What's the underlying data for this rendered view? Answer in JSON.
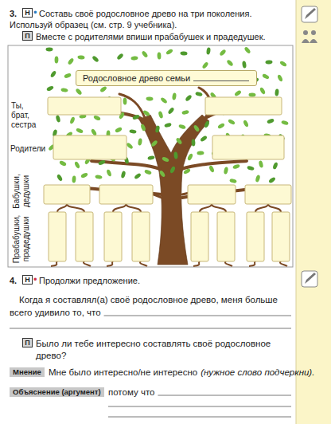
{
  "diagram": {
    "nodes": [
      {
        "text": [
          "Н"
        ]
      },
      {
        "text": [
          "П"
        ]
      },
      {
        "text": [
          "Родословное древо семьи"
        ]
      },
      {
        "text": [
          "Н"
        ]
      },
      {
        "text": [
          "П"
        ]
      },
      {
        "text": [
          "Мнение"
        ]
      },
      {
        "text": [
          "Объяснение (аргумент)"
        ]
      }
    ],
    "labels": [
      "3.",
      "•",
      "Составь своё родословное древо на три поколения. Используй образец (см. стр. 9 учебника).",
      "Вместе с родителями впиши прабабушек и прадедушек.",
      "Ты, брат, сестра",
      "Родители",
      "Бабушки, дедушки",
      "Прабабушки, прадедушки",
      "4.",
      "•",
      "Продолжи предложение.",
      "Когда я составлял(а) своё родословное древо, меня больше всего удивило то, что",
      "Было ли тебе интересно составлять своё родословное древо?",
      "Мне было интересно/не интересно",
      "(нужное слово подчеркни).",
      "потому что"
    ]
  }
}
